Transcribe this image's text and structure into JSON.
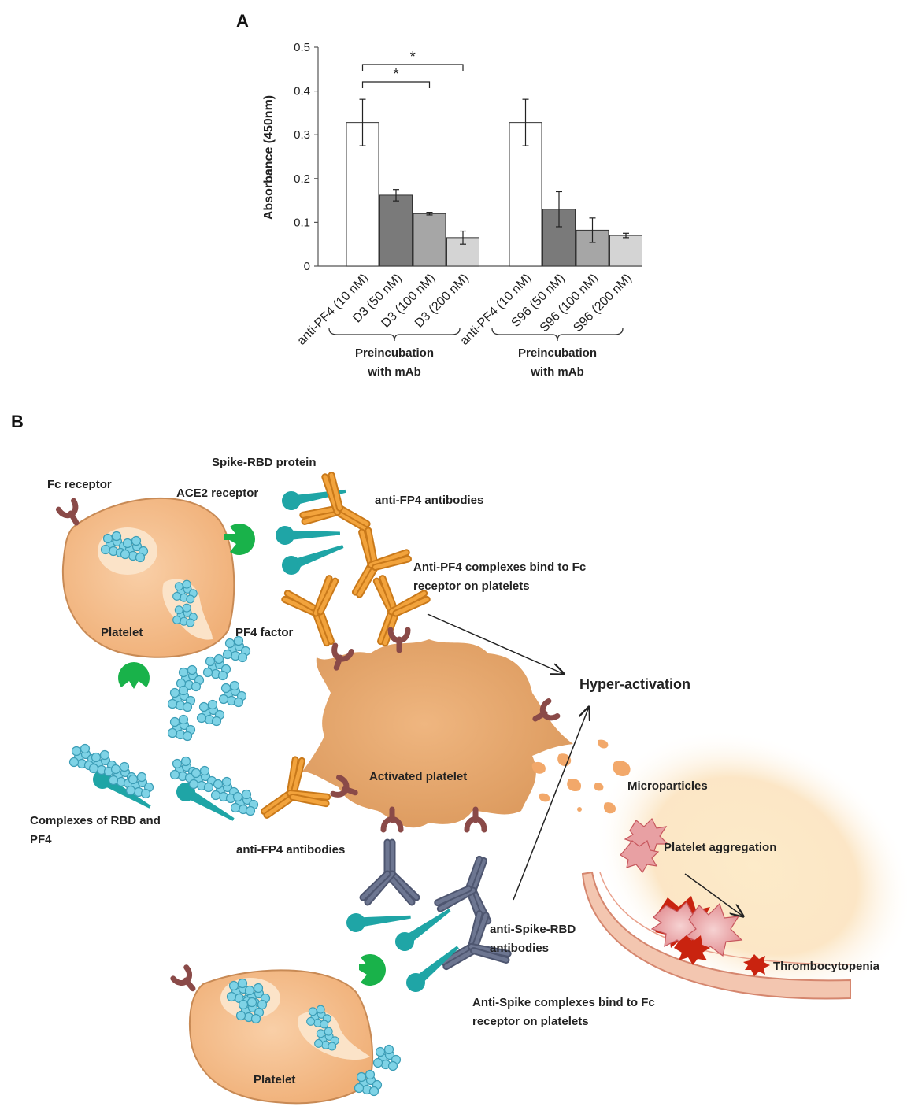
{
  "panels": {
    "a": "A",
    "b": "B"
  },
  "chart_data": {
    "type": "bar",
    "ylabel": "Absorbance (450nm)",
    "ylim": [
      0,
      0.5
    ],
    "yticks": [
      "0",
      "0.1",
      "0.2",
      "0.3",
      "0.4",
      "0.5"
    ],
    "groups": [
      {
        "caption": [
          "Preincubation",
          "with mAb"
        ],
        "bars": [
          {
            "label": "anti-PF4 (10 nM)",
            "value": 0.328,
            "error": 0.053,
            "color": "#ffffff"
          },
          {
            "label": "D3 (50 nM)",
            "value": 0.162,
            "error": 0.013,
            "color": "#7a7a7a"
          },
          {
            "label": "D3 (100 nM)",
            "value": 0.12,
            "error": 0.003,
            "color": "#a6a6a6"
          },
          {
            "label": "D3 (200 nM)",
            "value": 0.065,
            "error": 0.015,
            "color": "#d4d4d4"
          }
        ]
      },
      {
        "caption": [
          "Preincubation",
          "with mAb"
        ],
        "bars": [
          {
            "label": "anti-PF4 (10 nM)",
            "value": 0.328,
            "error": 0.053,
            "color": "#ffffff"
          },
          {
            "label": "S96 (50 nM)",
            "value": 0.13,
            "error": 0.04,
            "color": "#7a7a7a"
          },
          {
            "label": "S96 (100 nM)",
            "value": 0.082,
            "error": 0.028,
            "color": "#a6a6a6"
          },
          {
            "label": "S96 (200 nM)",
            "value": 0.07,
            "error": 0.005,
            "color": "#d4d4d4"
          }
        ]
      }
    ],
    "significance": [
      {
        "from": 0,
        "to": 3,
        "label": "*"
      },
      {
        "from": 0,
        "to": 2,
        "label": "*"
      }
    ]
  },
  "diagram": {
    "labels": {
      "spike_rbd": "Spike-RBD protein",
      "fc_receptor": "Fc receptor",
      "ace2": "ACE2 receptor",
      "anti_fp4_top": "anti-FP4 antibodies",
      "anti_pf4_complex": [
        "Anti-PF4 complexes bind to Fc",
        "receptor on platelets"
      ],
      "platelet_top": "Platelet",
      "pf4_factor": "PF4 factor",
      "hyper": "Hyper-activation",
      "activated": "Activated platelet",
      "microparticles": "Microparticles",
      "complexes": [
        "Complexes of RBD and",
        "PF4"
      ],
      "anti_fp4_bottom": "anti-FP4 antibodies",
      "aggregation": "Platelet aggregation",
      "anti_spike": [
        "anti-Spike-RBD",
        "antibodies"
      ],
      "thrombo": "Thrombocytopenia",
      "anti_spike_complex": [
        "Anti-Spike complexes bind to Fc",
        "receptor on platelets"
      ],
      "platelet_bottom": "Platelet"
    },
    "colors": {
      "platelet": "#f6bf8f",
      "activated": "#e7a46c",
      "teal": "#1fa5a6",
      "green": "#19b24a",
      "orange_ab": "#f2a33c",
      "blue_ab": "#6d7691",
      "fc": "#8a4a48",
      "pf4": "#7fd3e6",
      "glow": "#fbe2bc"
    }
  }
}
